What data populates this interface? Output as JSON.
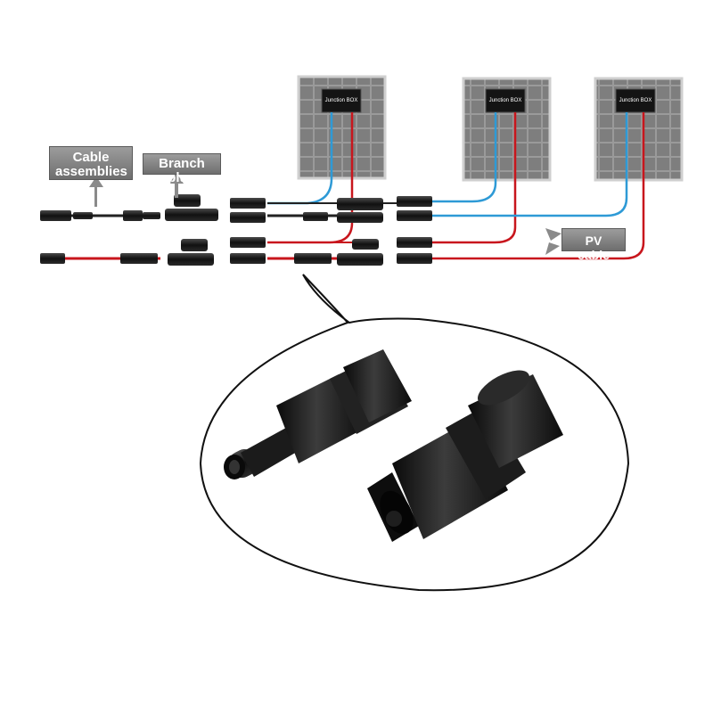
{
  "labels": {
    "cable_assemblies": "Cable assemblies",
    "branch_plug": "Branch plug",
    "pv_cable": "PV cable"
  },
  "panels": [
    {
      "junction_box": "Junction BOX"
    },
    {
      "junction_box": "Junction BOX"
    },
    {
      "junction_box": "Junction BOX"
    }
  ],
  "colors": {
    "positive_wire": "#c8161d",
    "negative_wire": "#2e9ad6",
    "connector_black": "#1a1a1a",
    "label_grey": "#8a8a8a",
    "panel_grey": "#8c8c8c"
  }
}
